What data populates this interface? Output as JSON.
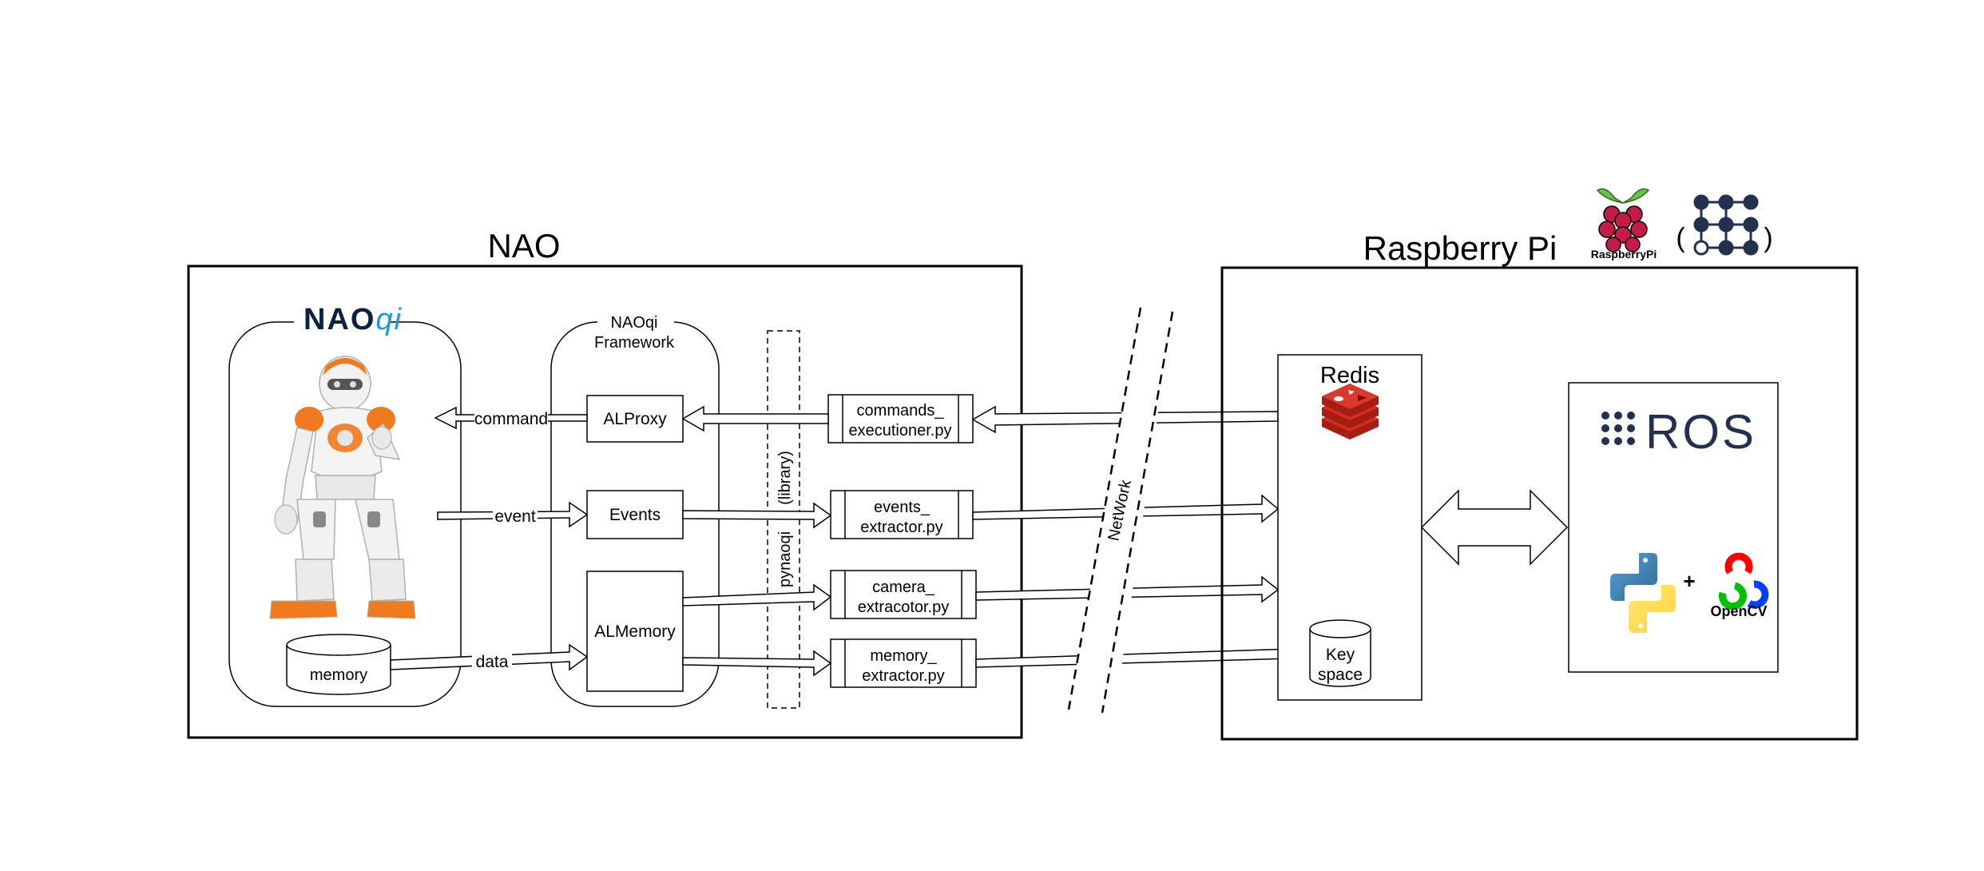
{
  "nao_section": {
    "title": "NAO",
    "naoqi_logo": {
      "main": "NAO",
      "suffix": "qi"
    },
    "naoqi_logo_color": "#0a2240",
    "naoqi_suffix_color": "#1a9ad6",
    "robot_accent_color": "#f07a1e",
    "framework": {
      "line1": "NAOqi",
      "line2": "Framework"
    },
    "modules": {
      "alproxy": "ALProxy",
      "events": "Events",
      "almemory": "ALMemory",
      "memory": "memory"
    },
    "library": {
      "name": "pynaoqi",
      "note": "(library)"
    },
    "scripts": {
      "commands": [
        "commands_",
        "executioner.py"
      ],
      "events": [
        "events_",
        "extractor.py"
      ],
      "camera": [
        "camera_",
        "extracotor.py"
      ],
      "memory": [
        "memory_",
        "extractor.py"
      ]
    },
    "flows": {
      "command": "command",
      "event": "event",
      "data": "data"
    }
  },
  "network_label": "NetWork",
  "pi_section": {
    "title": "Raspberry Pi",
    "raspberry_logo_text": "RaspberryPi",
    "paren_open": "(",
    "paren_close": ")",
    "raspberry_color": "#c51a4a",
    "raspberry_leaf_color": "#6cc04a",
    "redis": {
      "title": "Redis",
      "keyspace": [
        "Key",
        "space"
      ],
      "color": "#d82c20"
    },
    "ros": {
      "logo": "ROS",
      "plus": "+",
      "opencv": "OpenCV",
      "color": "#22314e"
    }
  }
}
